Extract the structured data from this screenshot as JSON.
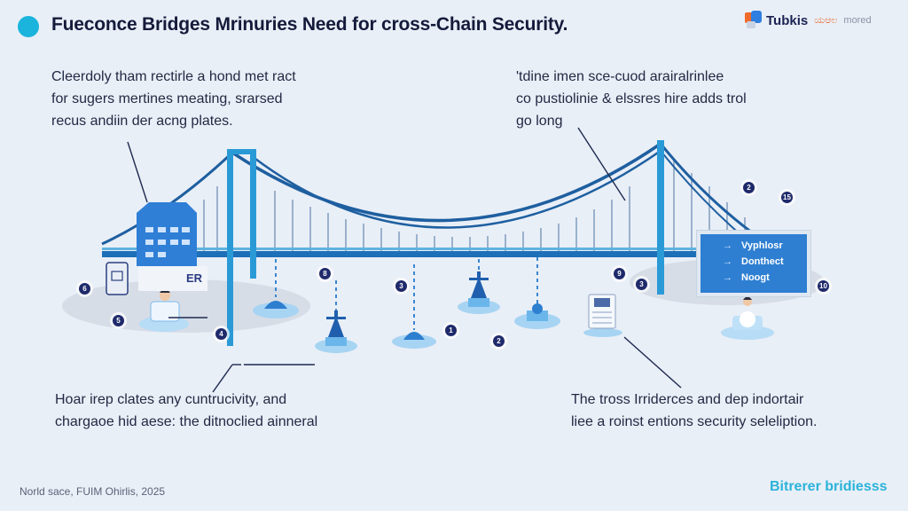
{
  "header": {
    "title": "Fueconce Bridges Mrinuries Need for cross-Chain Security.",
    "accent_color": "#1ab4dc"
  },
  "brand": {
    "name": "Tubkis",
    "tag1": "ಯಆಲ",
    "tag2": "mored"
  },
  "notes": {
    "top_left": [
      "Cleerdoly tham rectirle a hond met ract",
      "for sugers mertines meating, srarsed",
      "recus andiin der acng plates."
    ],
    "top_right": [
      "'tdine imen sce-cuod arairalrinlee",
      "co pustiolinie & elssres hire adds trol",
      "go long"
    ],
    "bottom_left": [
      "Hoar irep clates any cuntrucivity, and",
      "chargaoe hid aese: the ditnoclied ainneral"
    ],
    "bottom_right": [
      "The tross Irriderces and dep indortair",
      "liee a roinst entions security seleliption."
    ]
  },
  "sign": {
    "rows": [
      "Vyphlosr",
      "Donthect",
      "Noogt"
    ],
    "arrow": "→"
  },
  "panel": {
    "label": "ER"
  },
  "badges": [
    "6",
    "5",
    "4",
    "8",
    "3",
    "1",
    "2",
    "9",
    "3",
    "2",
    "15",
    "10"
  ],
  "footer": {
    "left": "Norld sace, FUIM Ohirlis, 2025",
    "right": "Bitrerer bridiesss"
  },
  "colors": {
    "bridge": "#2a8fd0",
    "cable": "#1e5fa0",
    "deck": "#1d6fb8",
    "badge": "#1f2a6b"
  }
}
